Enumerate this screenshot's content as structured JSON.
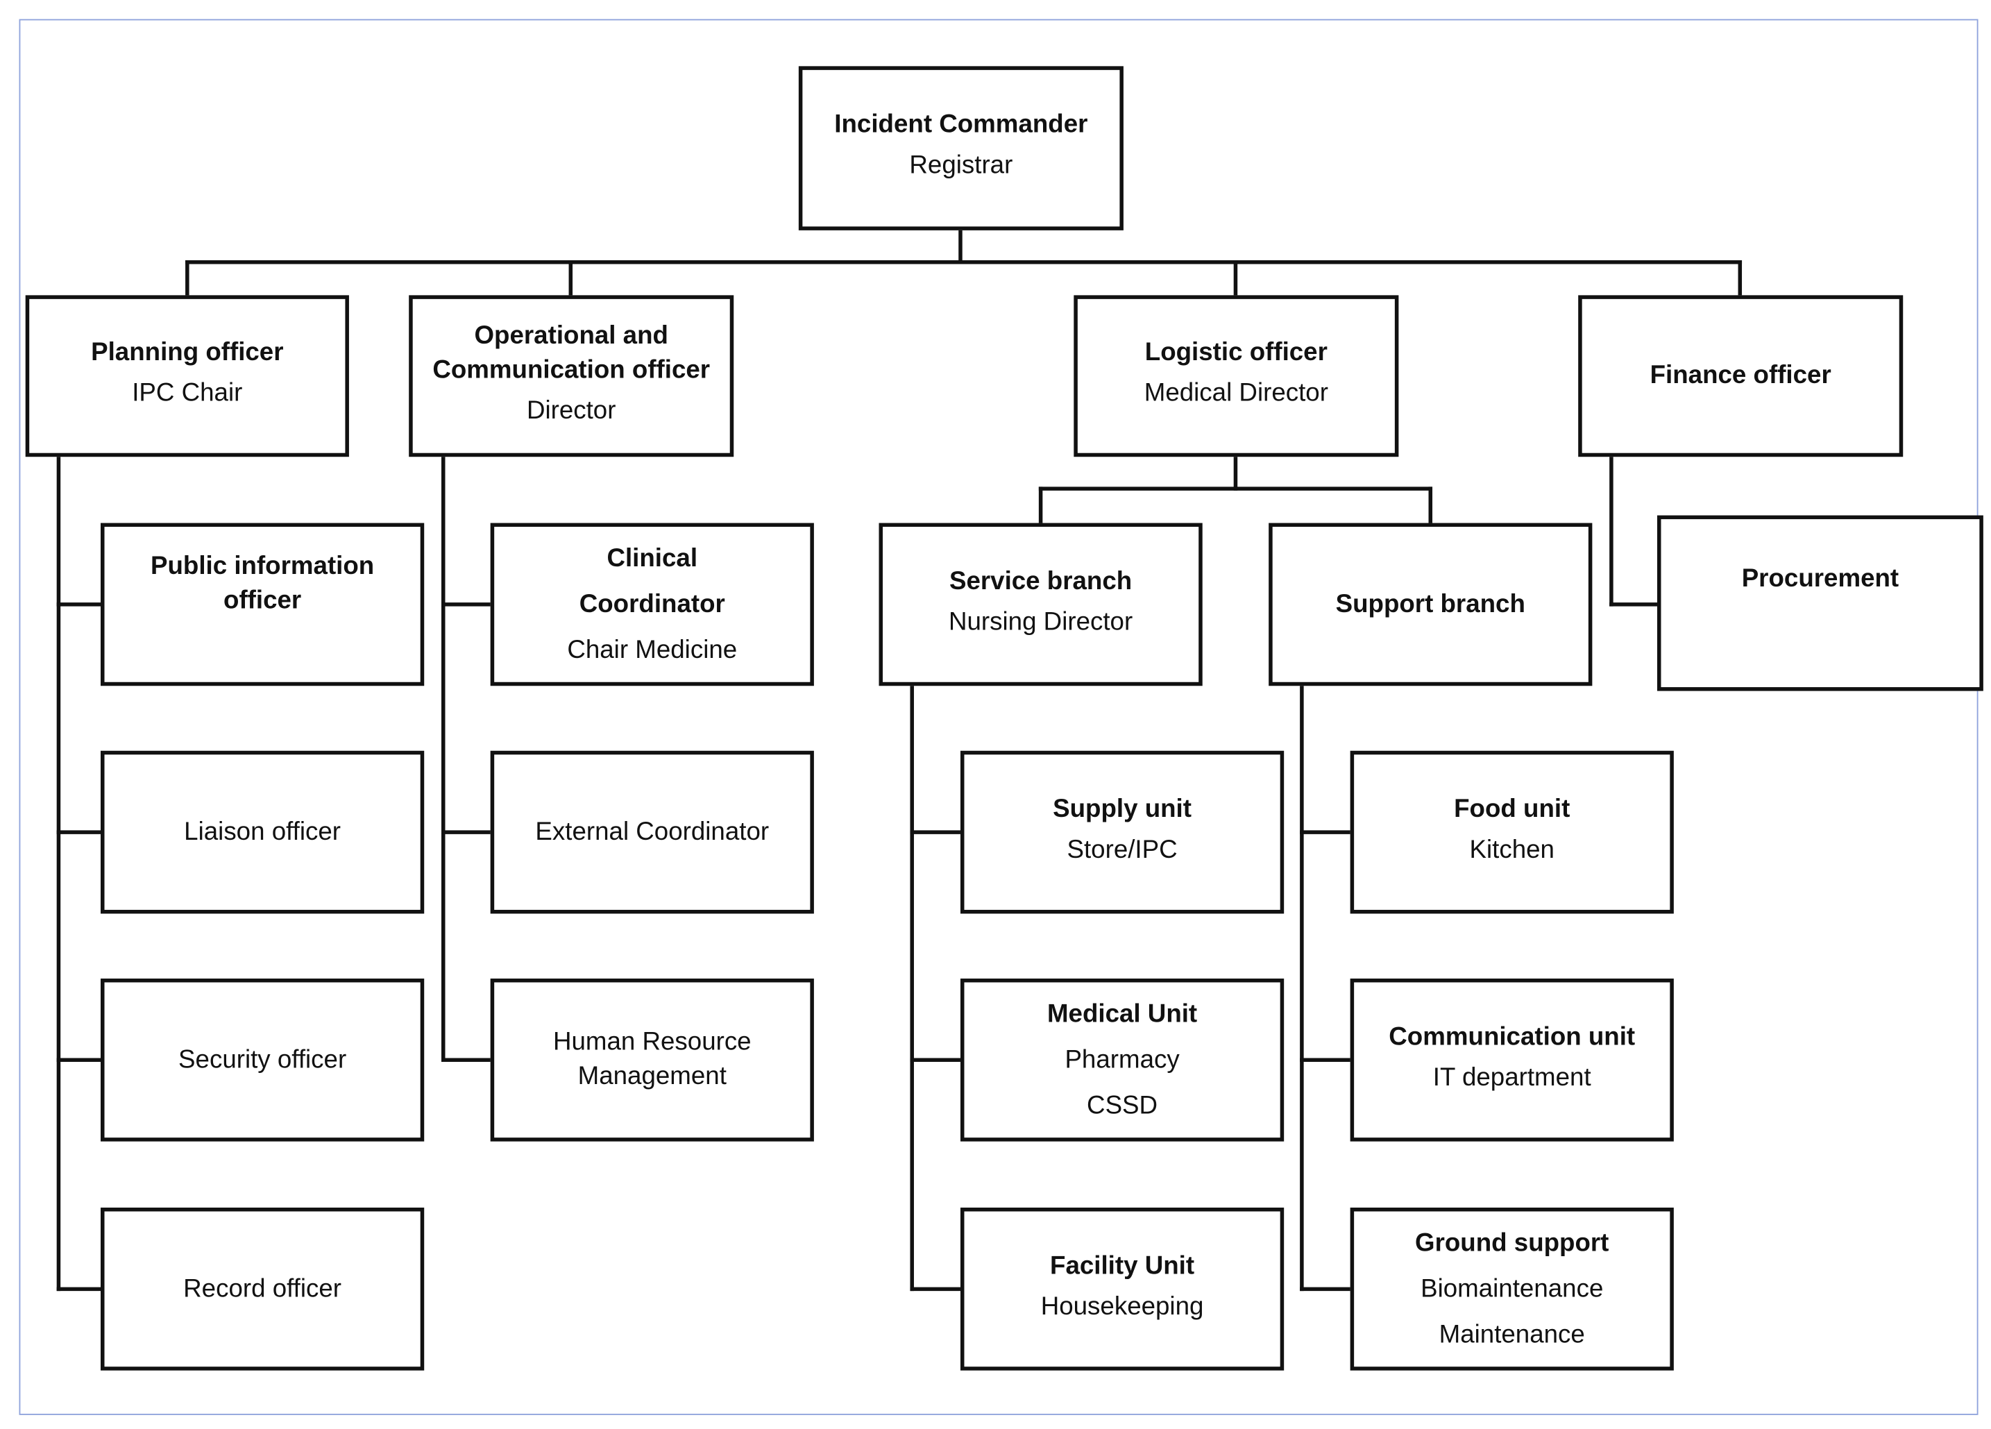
{
  "nodes": {
    "incident_commander": {
      "title": "Incident Commander",
      "sub": "Registrar"
    },
    "planning_officer": {
      "title": "Planning officer",
      "sub": "IPC Chair"
    },
    "operational_officer": {
      "title_line1": "Operational and",
      "title_line2": "Communication officer",
      "sub": "Director"
    },
    "logistic_officer": {
      "title": "Logistic officer",
      "sub": "Medical Director"
    },
    "finance_officer": {
      "title": "Finance officer"
    },
    "public_information_officer": {
      "title_line1": "Public information",
      "title_line2": "officer"
    },
    "liaison_officer": {
      "label": "Liaison officer"
    },
    "security_officer": {
      "label": "Security officer"
    },
    "record_officer": {
      "label": "Record officer"
    },
    "clinical_coordinator": {
      "title_line1": "Clinical",
      "title_line2": "Coordinator",
      "sub": "Chair Medicine"
    },
    "external_coordinator": {
      "label": "External Coordinator"
    },
    "human_resource_management": {
      "line1": "Human Resource",
      "line2": "Management"
    },
    "service_branch": {
      "title": "Service branch",
      "sub": "Nursing Director"
    },
    "support_branch": {
      "title": "Support branch"
    },
    "procurement": {
      "title": "Procurement"
    },
    "supply_unit": {
      "title": "Supply unit",
      "sub": "Store/IPC"
    },
    "medical_unit": {
      "title": "Medical Unit",
      "sub1": "Pharmacy",
      "sub2": "CSSD"
    },
    "facility_unit": {
      "title": "Facility Unit",
      "sub": "Housekeeping"
    },
    "food_unit": {
      "title": "Food unit",
      "sub": "Kitchen"
    },
    "communication_unit": {
      "title": "Communication unit",
      "sub": "IT department"
    },
    "ground_support": {
      "title": "Ground support",
      "sub1": "Biomaintenance",
      "sub2": "Maintenance"
    }
  }
}
